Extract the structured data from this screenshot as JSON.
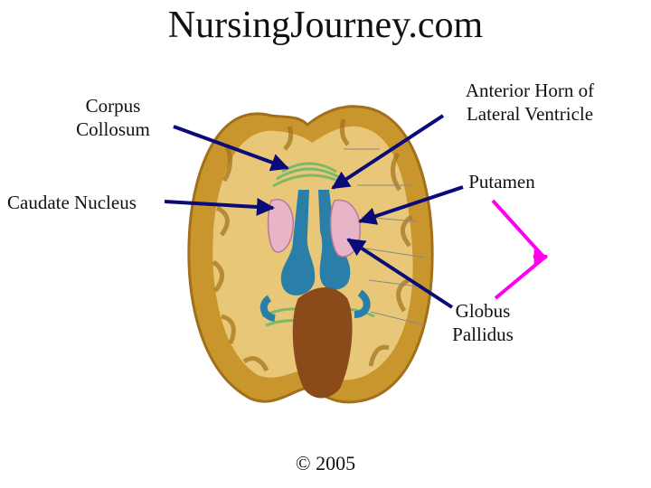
{
  "title": "NursingJourney.com",
  "labels": {
    "corpus_collosum": [
      "Corpus",
      "Collosum"
    ],
    "anterior_horn": [
      "Anterior Horn of",
      "Lateral Ventricle"
    ],
    "putamen": "Putamen",
    "caudate_nucleus": "Caudate Nucleus",
    "globus_pallidus": [
      "Globus",
      "Pallidus"
    ]
  },
  "copyright": "© 2005",
  "colors": {
    "arrow": "#0a0a78",
    "bracket": "#ff00ee",
    "brain_tissue": "#c9962e",
    "white_matter": "#e8c878",
    "ventricle": "#2a7fa8",
    "nucleus_pink": "#e8b4c8",
    "corpus_green": "#7db86a"
  }
}
